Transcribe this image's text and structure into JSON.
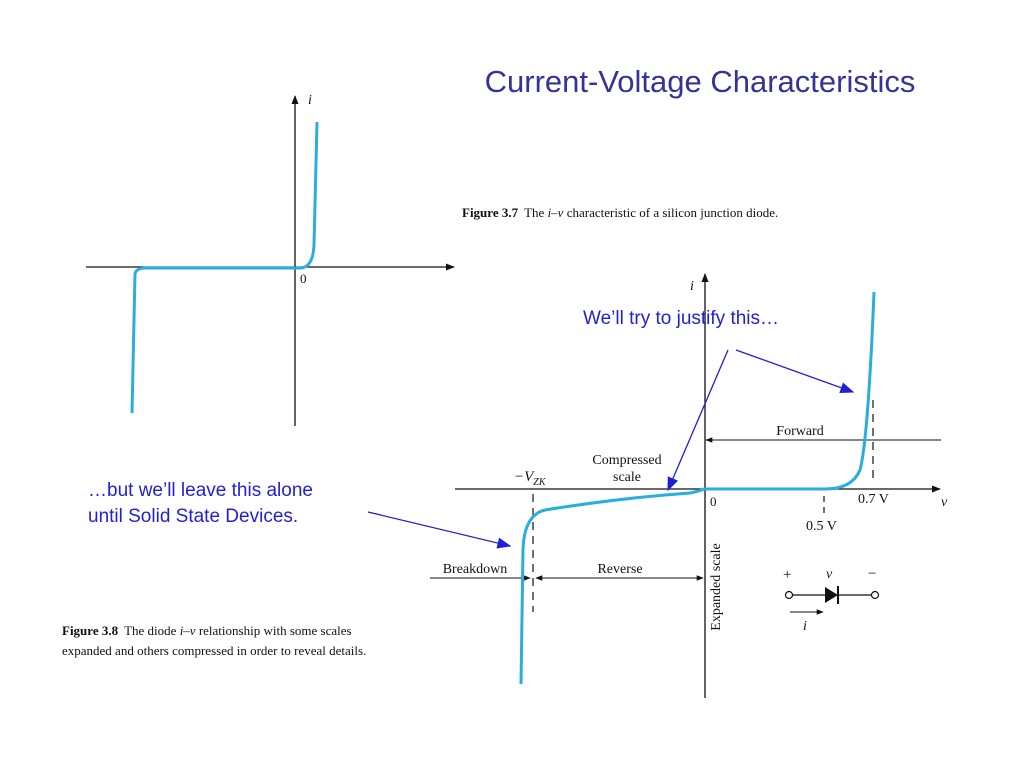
{
  "slide": {
    "title": "Current-Voltage Characteristics"
  },
  "figure_37": {
    "caption_number": "Figure 3.7",
    "caption_pre": "The ",
    "caption_iv": "i–v",
    "caption_post": " characteristic of a silicon junction diode.",
    "axis_i": "i",
    "origin": "0"
  },
  "figure_38": {
    "caption_number": "Figure 3.8",
    "caption_line1_pre": "The diode ",
    "caption_iv": "i–v",
    "caption_line1_post": " relationship with some scales",
    "caption_line2": "expanded and others compressed in order to reveal details.",
    "axis_i": "i",
    "axis_v": "v",
    "origin": "0",
    "vzk_label": "−V",
    "vzk_sub": "ZK",
    "v07": "0.7 V",
    "v05": "0.5 V",
    "forward": "Forward",
    "reverse": "Reverse",
    "breakdown": "Breakdown",
    "compressed_line1": "Compressed",
    "compressed_line2": "scale",
    "expanded": "Expanded scale",
    "symbol_plus": "+",
    "symbol_v": "v",
    "symbol_minus": "−",
    "symbol_i": "i"
  },
  "annotations": {
    "justify": "We’ll try to justify this…",
    "leave_line1": "…but we’ll leave this alone",
    "leave_line2": "until Solid State Devices."
  },
  "colors": {
    "curve": "#29aee0",
    "title": "#33339a",
    "note": "#1f1fd8"
  }
}
